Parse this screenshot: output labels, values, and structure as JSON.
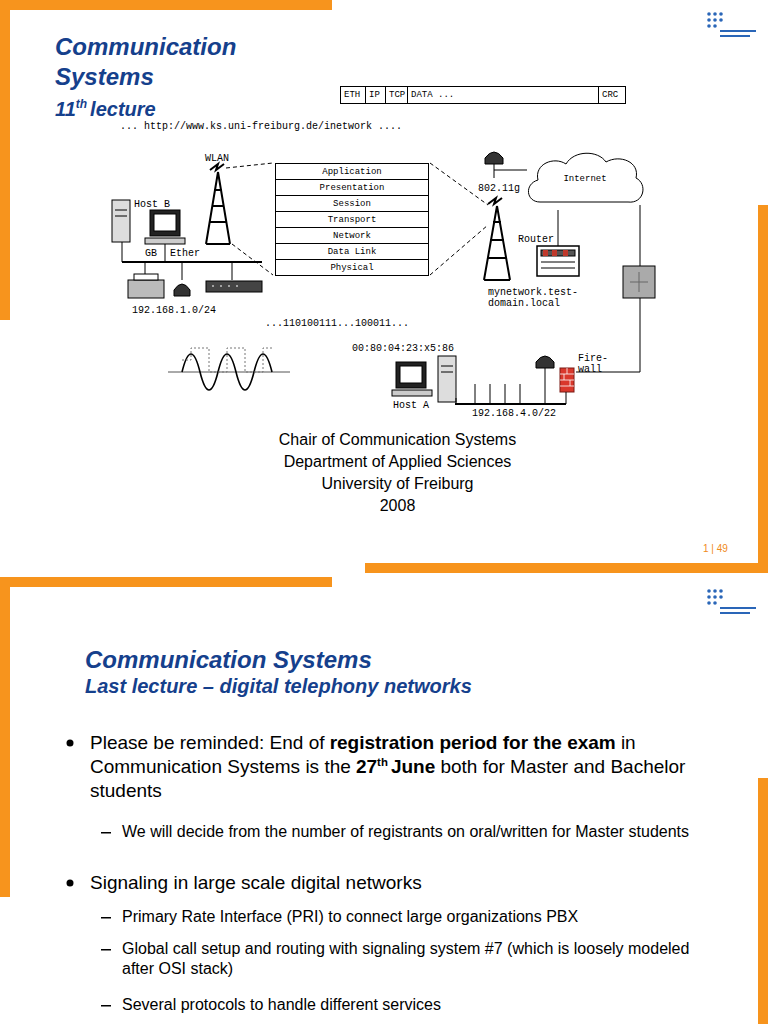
{
  "diagram": {
    "title": "Communication Systems",
    "nodes": [
      {
        "text": [
          "ETH"
        ]
      },
      {
        "text": [
          "IP"
        ]
      },
      {
        "text": [
          "TCP"
        ]
      },
      {
        "text": [
          "DATA ..."
        ]
      },
      {
        "text": [
          "CRC"
        ]
      },
      {
        "text": [
          "Application"
        ]
      },
      {
        "text": [
          "Presentation"
        ]
      },
      {
        "text": [
          "Session"
        ]
      },
      {
        "text": [
          "Transport"
        ]
      },
      {
        "text": [
          "Network"
        ]
      },
      {
        "text": [
          "Data Link"
        ]
      },
      {
        "text": [
          "Physical"
        ]
      },
      {
        "text": [
          "Internet"
        ]
      }
    ],
    "labels": [
      "11",
      "th",
      "lecture",
      "... http://www.ks.uni-freiburg.de/inetwork ....",
      "WLAN",
      "Host B",
      "GB",
      "Ether",
      "192.168.1.0/24",
      "...110100111...100011...",
      "802.11g",
      "Router",
      "mynetwork.test- domain.local",
      "00:80:04:23:x5:86",
      "Fire- wall",
      "Host A",
      "192.168.4.0/22",
      "Chair of Communication Systems",
      "Department of Applied Sciences",
      "University of Freiburg",
      "2008",
      "1 | 49",
      "Communication Systems",
      "Last lecture – digital telephony networks",
      "Please be reminded: End of",
      "registration period for the exam",
      "in Communication Systems is the",
      "27",
      "th",
      "June",
      "both for Master and Bachelor students",
      "We will decide from the number of registrants on oral/written for Master students",
      "Signaling in large scale digital networks",
      "Primary Rate Interface (PRI) to connect large organizations PBX",
      "Global call setup and routing with signaling system #7 (which is loosely modeled after OSI stack)",
      "Several protocols to handle different services"
    ]
  }
}
